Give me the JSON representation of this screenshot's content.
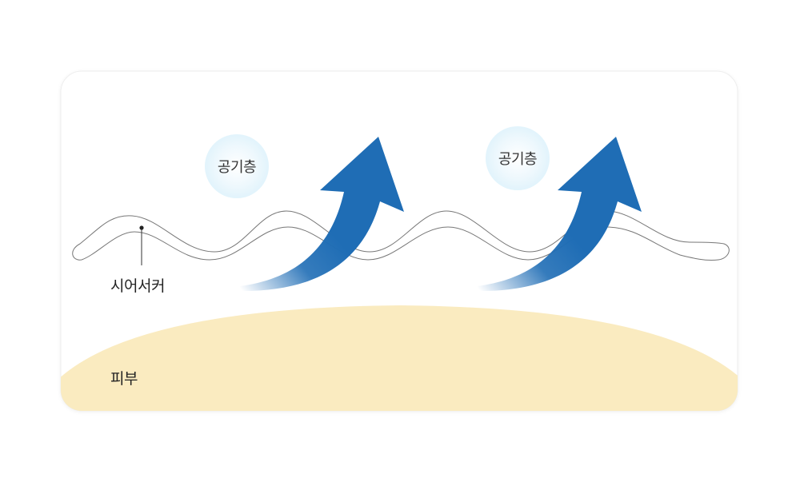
{
  "diagram": {
    "labels": {
      "air_layer_1": "공기층",
      "air_layer_2": "공기층",
      "fabric": "시어서커",
      "skin": "피부"
    },
    "colors": {
      "arrow": "#1f6db5",
      "skin": "#faebc0",
      "air_bubble": "#d3eefa",
      "fabric_stroke": "#777777",
      "panel_background": "#ffffff"
    },
    "icons": {
      "arrow": "curved-up-arrow-icon",
      "bubble": "air-bubble-icon"
    }
  }
}
